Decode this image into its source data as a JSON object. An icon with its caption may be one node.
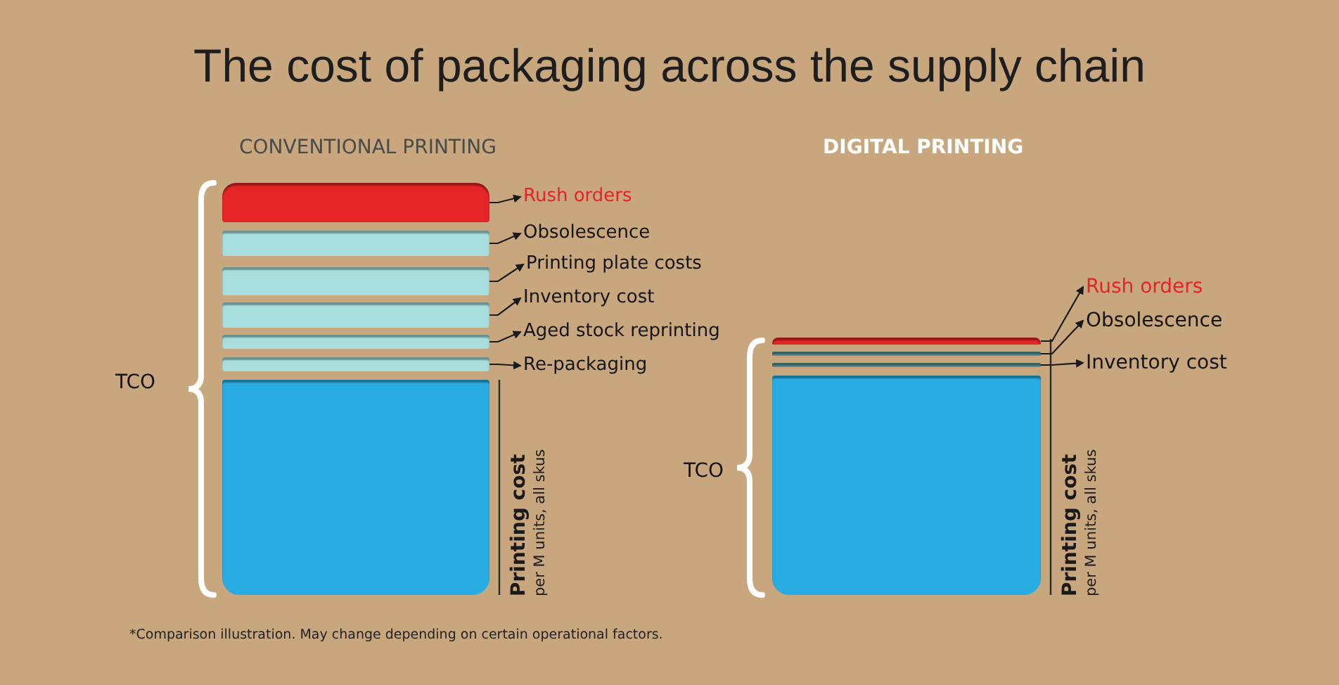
{
  "diagram": {
    "title": "The cost of packaging across the supply chain",
    "caption": "*Comparison illustration. May change depending on certain operational factors.",
    "nodes": [
      {
        "text": [],
        "shape": "bar"
      },
      {
        "text": [],
        "shape": "bar"
      },
      {
        "text": [],
        "shape": "bar"
      },
      {
        "text": [],
        "shape": "bar"
      },
      {
        "text": [],
        "shape": "bar"
      },
      {
        "text": [],
        "shape": "bar"
      },
      {
        "text": [],
        "shape": "bar",
        "beside": [
          "Printing cost",
          "per M units, all skus"
        ]
      },
      {
        "text": [
          "Rush orders"
        ]
      },
      {
        "text": [
          "Obsolescence"
        ]
      },
      {
        "text": [
          "Printing plate costs"
        ]
      },
      {
        "text": [
          "Inventory cost"
        ]
      },
      {
        "text": [
          "Aged stock reprinting"
        ]
      },
      {
        "text": [
          "Re-packaging"
        ]
      },
      {
        "text": [],
        "shape": "bar"
      },
      {
        "text": [],
        "shape": "bar"
      },
      {
        "text": [],
        "shape": "bar"
      },
      {
        "text": [],
        "shape": "bar",
        "beside": [
          "Printing cost",
          "per M units, all skus"
        ]
      },
      {
        "text": [
          "Rush orders"
        ]
      },
      {
        "text": [
          "Obsolescence"
        ]
      },
      {
        "text": [
          "Inventory cost"
        ]
      }
    ],
    "edges": [
      {
        "from": 0,
        "to": 7,
        "arrow": "to"
      },
      {
        "from": 1,
        "to": 8,
        "arrow": "to"
      },
      {
        "from": 2,
        "to": 9,
        "arrow": "to"
      },
      {
        "from": 3,
        "to": 10,
        "arrow": "to"
      },
      {
        "from": 4,
        "to": 11,
        "arrow": "to"
      },
      {
        "from": 5,
        "to": 12,
        "arrow": "to"
      },
      {
        "from": 13,
        "to": 17,
        "arrow": "to"
      },
      {
        "from": 14,
        "to": 18,
        "arrow": "to"
      },
      {
        "from": 15,
        "to": 19,
        "arrow": "to"
      }
    ],
    "labels": [
      "CONVENTIONAL PRINTING",
      "DIGITAL PRINTING",
      "TCO",
      "TCO"
    ]
  }
}
